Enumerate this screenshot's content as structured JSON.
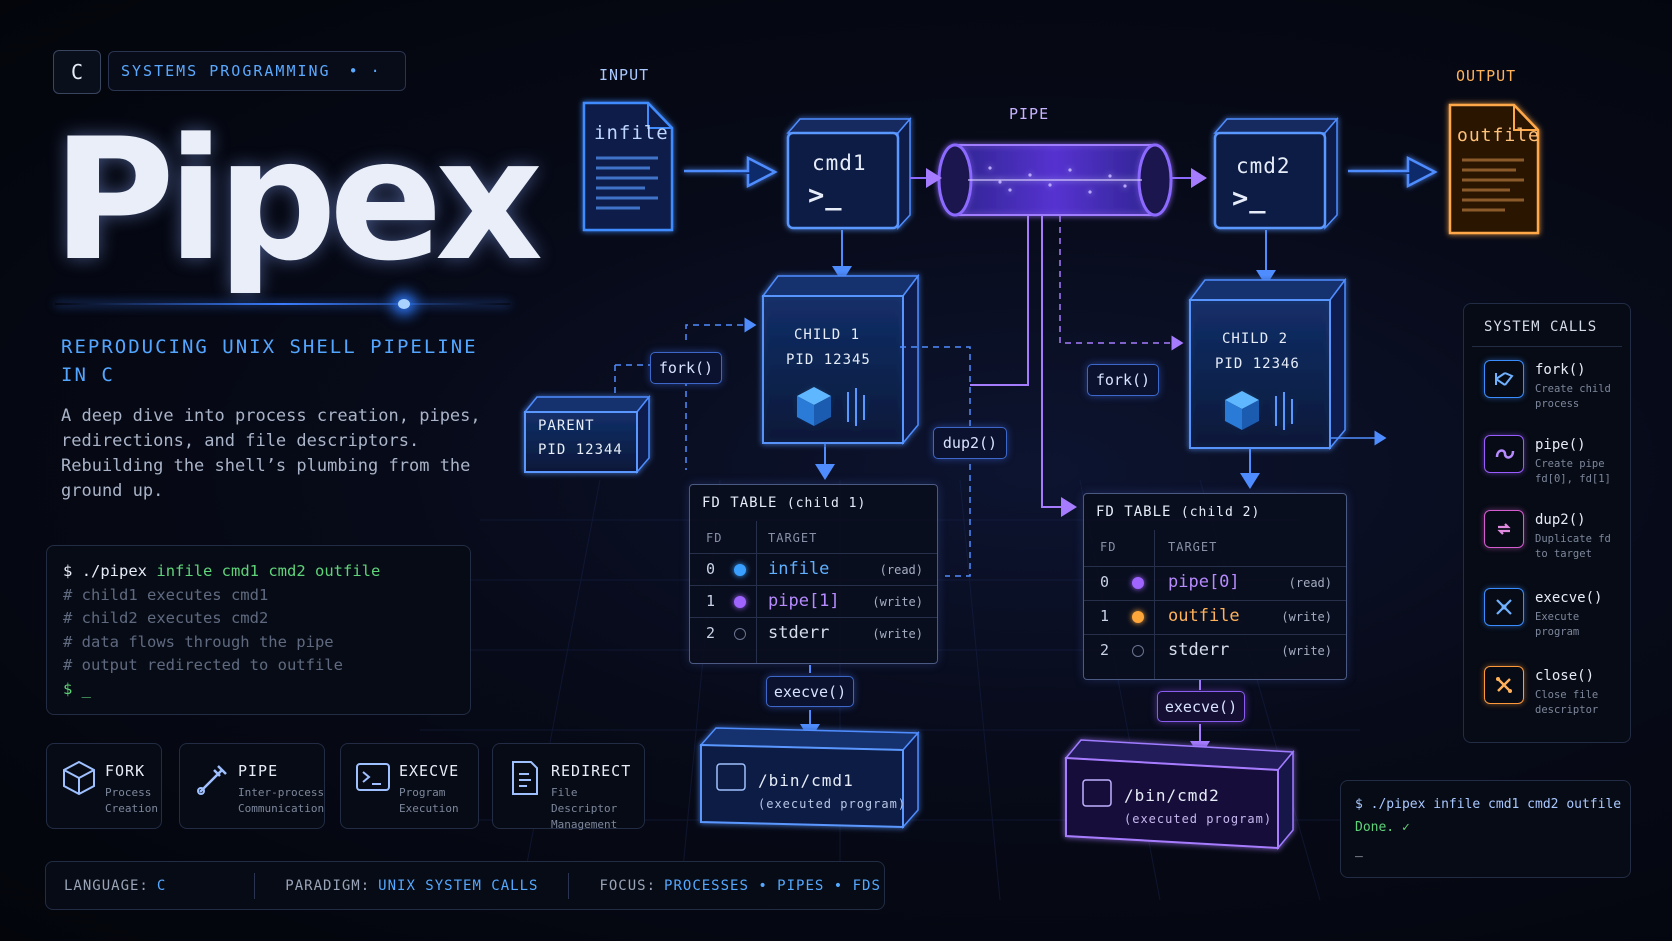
{
  "header": {
    "lang_badge": "C",
    "tag": "SYSTEMS PROGRAMMING",
    "tag_dots": "•  ·",
    "title": "Pipex",
    "subtitle": "REPRODUCING UNIX SHELL PIPELINE IN C",
    "description": "A deep dive into process creation, pipes, redirections, and file descriptors. Rebuilding the shell’s plumbing from the ground up."
  },
  "terminal": {
    "prompt": "$",
    "cmd": "./pipex",
    "args": "infile cmd1 cmd2 outfile",
    "comments": [
      "# child1 executes cmd1",
      "# child2 executes cmd2",
      "# data flows through the pipe",
      "# output redirected to outfile"
    ],
    "last_prompt": "$ _"
  },
  "features": [
    {
      "title": "FORK",
      "sub1": "Process",
      "sub2": "Creation",
      "icon": "cube-icon"
    },
    {
      "title": "PIPE",
      "sub1": "Inter-process",
      "sub2": "Communication",
      "icon": "pipe-wrench-icon"
    },
    {
      "title": "EXECVE",
      "sub1": "Program",
      "sub2": "Execution",
      "icon": "terminal-icon"
    },
    {
      "title": "REDIRECT",
      "sub1": "File Descriptor",
      "sub2": "Management",
      "icon": "document-icon"
    }
  ],
  "footer": {
    "language_key": "LANGUAGE:",
    "language_val": "C",
    "paradigm_key": "PARADIGM:",
    "paradigm_val": "UNIX SYSTEM CALLS",
    "focus_key": "FOCUS:",
    "focus_val": "PROCESSES • PIPES • FDS"
  },
  "diagram": {
    "input_label": "INPUT",
    "output_label": "OUTPUT",
    "pipe_label": "PIPE",
    "infile": "infile",
    "outfile": "outfile",
    "cmd1": "cmd1",
    "cmd2": "cmd2",
    "prompt_glyph": ">_",
    "parent_name": "PARENT",
    "parent_pid": "PID 12344",
    "child1_name": "CHILD 1",
    "child1_pid": "PID 12345",
    "child2_name": "CHILD 2",
    "child2_pid": "PID 12346",
    "fork1": "fork()",
    "fork2": "fork()",
    "dup2": "dup2()",
    "execve1": "execve()",
    "execve2": "execve()",
    "bin1": "/bin/cmd1",
    "bin1_sub": "(executed program)",
    "bin2": "/bin/cmd2",
    "bin2_sub": "(executed program)",
    "fd_tables": [
      {
        "title": "FD TABLE",
        "owner": "(child 1)",
        "col_fd": "FD",
        "col_target": "TARGET",
        "rows": [
          {
            "fd": "0",
            "target": "infile",
            "mode": "(read)",
            "color": "#3aa0ff"
          },
          {
            "fd": "1",
            "target": "pipe[1]",
            "mode": "(write)",
            "color": "#a064ff"
          },
          {
            "fd": "2",
            "target": "stderr",
            "mode": "(write)",
            "color": "none"
          }
        ]
      },
      {
        "title": "FD TABLE",
        "owner": "(child 2)",
        "col_fd": "FD",
        "col_target": "TARGET",
        "rows": [
          {
            "fd": "0",
            "target": "pipe[0]",
            "mode": "(read)",
            "color": "#a064ff"
          },
          {
            "fd": "1",
            "target": "outfile",
            "mode": "(write)",
            "color": "#ffa63a"
          },
          {
            "fd": "2",
            "target": "stderr",
            "mode": "(write)",
            "color": "none"
          }
        ]
      }
    ]
  },
  "system_calls": {
    "heading": "SYSTEM CALLS",
    "items": [
      {
        "name": "fork()",
        "desc1": "Create child",
        "desc2": "process",
        "color": "#3a8dff",
        "icon": "fork-icon"
      },
      {
        "name": "pipe()",
        "desc1": "Create pipe",
        "desc2": "fd[0], fd[1]",
        "color": "#9a5cff",
        "icon": "pipe-icon"
      },
      {
        "name": "dup2()",
        "desc1": "Duplicate fd",
        "desc2": "to target",
        "color": "#d45cd0",
        "icon": "duplicate-icon"
      },
      {
        "name": "execve()",
        "desc1": "Execute",
        "desc2": "program",
        "color": "#3a8dff",
        "icon": "execute-icon"
      },
      {
        "name": "close()",
        "desc1": "Close file",
        "desc2": "descriptor",
        "color": "#ff9a3a",
        "icon": "close-icon"
      }
    ]
  },
  "output_terminal": {
    "command": "$ ./pipex infile cmd1 cmd2 outfile",
    "result": "Done. ✓",
    "cursor": "_"
  }
}
